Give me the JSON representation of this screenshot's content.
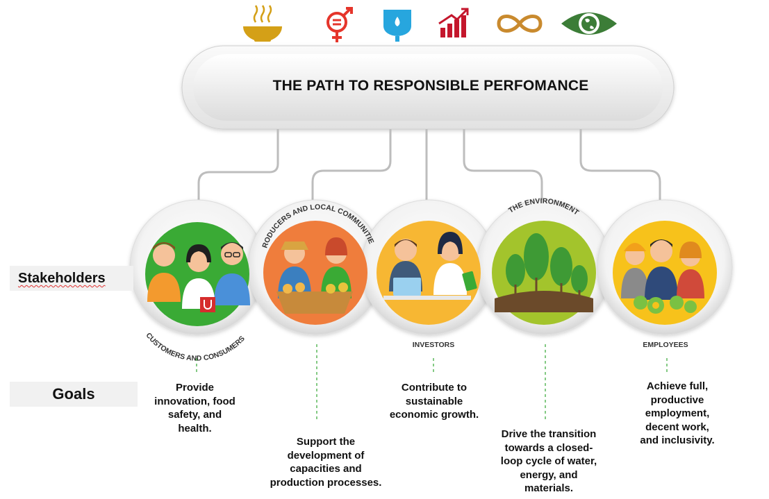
{
  "header": {
    "title": "THE PATH TO RESPONSIBLE PERFOMANCE"
  },
  "labels": {
    "stakeholders": "Stakeholders",
    "goals": "Goals"
  },
  "stakeholders": [
    {
      "name": "CUSTOMERS AND CONSUMERS",
      "color": "#3aaa35"
    },
    {
      "name": "PRODUCERS AND LOCAL COMMUNITIES",
      "color": "#ef7d3c"
    },
    {
      "name": "INVESTORS",
      "color": "#f7b733"
    },
    {
      "name": "THE ENVIRONMENT",
      "color": "#a3c42c"
    },
    {
      "name": "EMPLOYEES",
      "color": "#f7c21b"
    }
  ],
  "goals": {
    "customers": [
      "Provide",
      "innovation, food",
      "safety, and",
      "health."
    ],
    "producers": [
      "Support the",
      "development of",
      "capacities and",
      "production processes."
    ],
    "investors": [
      "Contribute to",
      "sustainable",
      "economic growth."
    ],
    "environment": [
      "Drive the transition",
      "towards a closed-",
      "loop cycle of water,",
      "energy, and",
      "materials."
    ],
    "employees": [
      "Achieve full,",
      "productive",
      "employment,",
      "decent work,",
      "and inclusivity."
    ]
  },
  "icons": [
    {
      "name": "bowl-icon",
      "color": "#d4a017"
    },
    {
      "name": "gender-equality-icon",
      "color": "#e5352b"
    },
    {
      "name": "clean-water-icon",
      "color": "#27a6de"
    },
    {
      "name": "growth-chart-icon",
      "color": "#c4162c"
    },
    {
      "name": "infinity-icon",
      "color": "#c98a2e"
    },
    {
      "name": "earth-eye-icon",
      "color": "#3c7d37"
    }
  ]
}
